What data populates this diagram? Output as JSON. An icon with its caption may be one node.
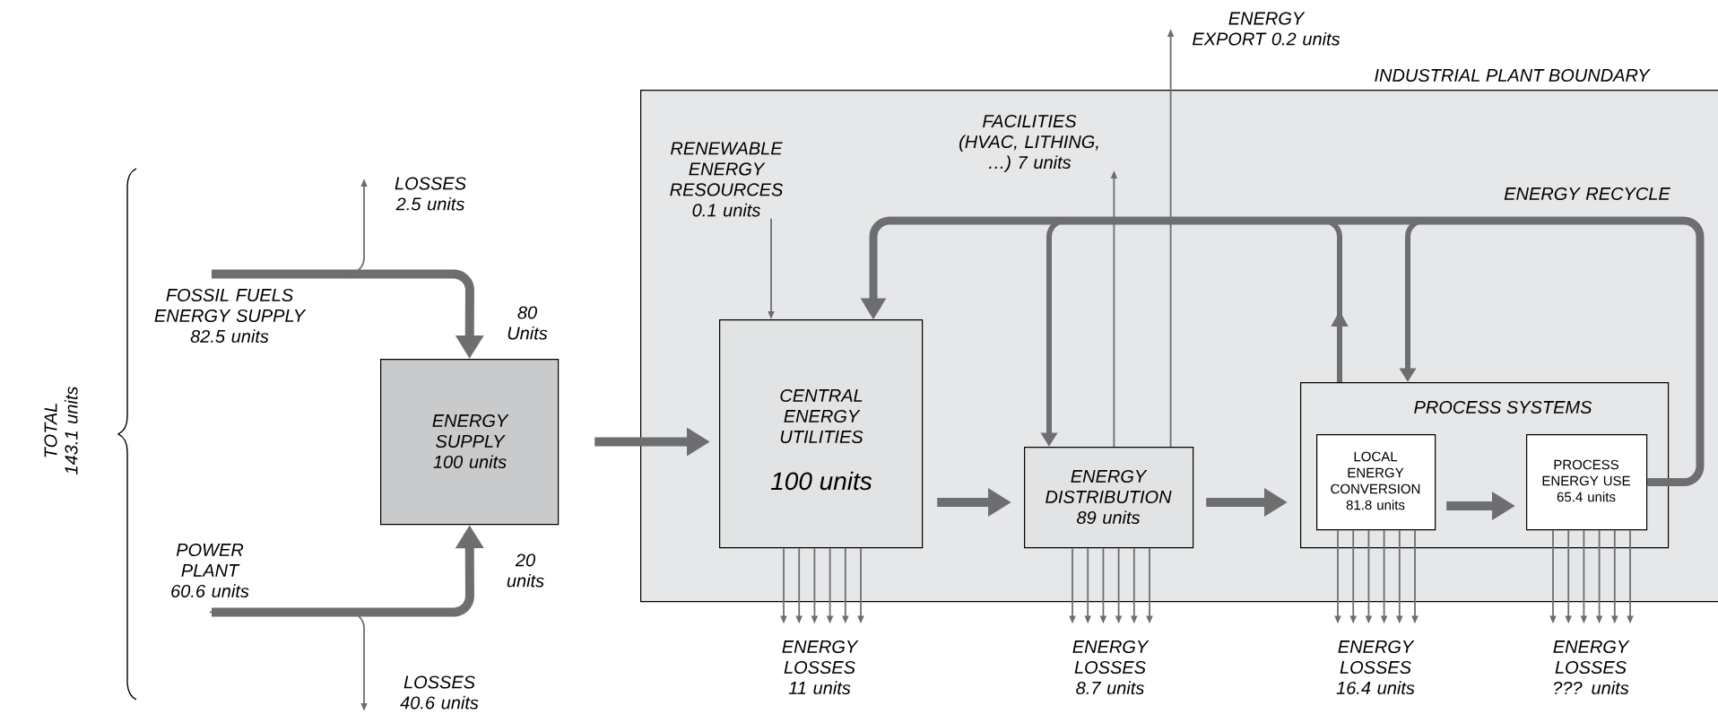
{
  "diagram": {
    "nodes": [
      {
        "text": [
          "INDUSTRIAL PLANT BOUNDARY"
        ]
      },
      {
        "text": [
          "FOSSIL FUELS ENERGY SUPPLY 82.5 units"
        ]
      },
      {
        "text": [
          "LOSSES 2.5 units"
        ]
      },
      {
        "text": [
          "ENERGY SUPPLY 100 units"
        ]
      },
      {
        "text": [
          "POWER PLANT 60.6 units"
        ]
      },
      {
        "text": [
          "LOSSES 40.6 units"
        ]
      },
      {
        "text": [
          "RENEWABLE ENERGY RESOURCES 0.1 units"
        ],
        "in": 0
      },
      {
        "text": [
          "CENTRAL ENERGY UTILITIES",
          "100 units"
        ],
        "in": 0
      },
      {
        "text": [
          "FACILITIES (HVAC, LITHING, …) 7 units"
        ],
        "in": 0
      },
      {
        "text": [
          "ENERGY DISTRIBUTION 89 units"
        ],
        "in": 0
      },
      {
        "text": [
          "ENERGY EXPORT 0.2 units"
        ]
      },
      {
        "text": [
          "PROCESS SYSTEMS"
        ],
        "in": 0
      },
      {
        "text": [
          "LOCAL ENERGY CONVERSION 81.8 units"
        ],
        "in": 11
      },
      {
        "text": [
          "PROCESS ENERGY USE 65.4 units"
        ],
        "in": 11
      },
      {
        "text": [
          "ENERGY LOSSES 11 units"
        ]
      },
      {
        "text": [
          "ENERGY LOSSES 8.7 units"
        ]
      },
      {
        "text": [
          "ENERGY LOSSES 16.4 units"
        ]
      },
      {
        "text": [
          "ENERGY LOSSES ??? units"
        ]
      }
    ],
    "edges": [
      {
        "from": 1,
        "to": 3,
        "arrow": "to",
        "style": "thick",
        "label": "80 Units"
      },
      {
        "from": 1,
        "to": 2,
        "arrow": "to"
      },
      {
        "from": 4,
        "to": 3,
        "arrow": "to",
        "style": "thick",
        "label": "20 units"
      },
      {
        "from": 4,
        "to": 5,
        "arrow": "to"
      },
      {
        "from": 3,
        "to": 7,
        "arrow": "to",
        "style": "thick"
      },
      {
        "from": 6,
        "to": 7,
        "arrow": "to"
      },
      {
        "from": 7,
        "to": 9,
        "arrow": "to",
        "style": "thick"
      },
      {
        "from": 9,
        "to": 8,
        "arrow": "to"
      },
      {
        "from": 9,
        "to": 10,
        "arrow": "to"
      },
      {
        "from": 9,
        "to": 11,
        "arrow": "to",
        "style": "thick"
      },
      {
        "from": 12,
        "to": 13,
        "arrow": "to",
        "style": "thick"
      },
      {
        "from": 13,
        "to": 7,
        "arrow": "to",
        "style": "thick",
        "label": "ENERGY RECYCLE"
      },
      {
        "from": 11,
        "to": 7,
        "arrow": "to",
        "style": "thick"
      },
      {
        "from": 13,
        "to": 11,
        "arrow": "to",
        "style": "thick"
      },
      {
        "from": 13,
        "to": 9,
        "arrow": "to",
        "style": "thick"
      },
      {
        "from": 7,
        "to": 14,
        "arrow": "to"
      },
      {
        "from": 7,
        "to": 14,
        "arrow": "to"
      },
      {
        "from": 7,
        "to": 14,
        "arrow": "to"
      },
      {
        "from": 7,
        "to": 14,
        "arrow": "to"
      },
      {
        "from": 7,
        "to": 14,
        "arrow": "to"
      },
      {
        "from": 7,
        "to": 14,
        "arrow": "to"
      },
      {
        "from": 9,
        "to": 15,
        "arrow": "to"
      },
      {
        "from": 9,
        "to": 15,
        "arrow": "to"
      },
      {
        "from": 9,
        "to": 15,
        "arrow": "to"
      },
      {
        "from": 9,
        "to": 15,
        "arrow": "to"
      },
      {
        "from": 9,
        "to": 15,
        "arrow": "to"
      },
      {
        "from": 9,
        "to": 15,
        "arrow": "to"
      },
      {
        "from": 12,
        "to": 16,
        "arrow": "to"
      },
      {
        "from": 12,
        "to": 16,
        "arrow": "to"
      },
      {
        "from": 12,
        "to": 16,
        "arrow": "to"
      },
      {
        "from": 12,
        "to": 16,
        "arrow": "to"
      },
      {
        "from": 12,
        "to": 16,
        "arrow": "to"
      },
      {
        "from": 12,
        "to": 16,
        "arrow": "to"
      },
      {
        "from": 13,
        "to": 17,
        "arrow": "to"
      },
      {
        "from": 13,
        "to": 17,
        "arrow": "to"
      },
      {
        "from": 13,
        "to": 17,
        "arrow": "to"
      },
      {
        "from": 13,
        "to": 17,
        "arrow": "to"
      },
      {
        "from": 13,
        "to": 17,
        "arrow": "to"
      },
      {
        "from": 13,
        "to": 17,
        "arrow": "to"
      }
    ],
    "labels": [
      "TOTAL 143.1 units"
    ]
  }
}
